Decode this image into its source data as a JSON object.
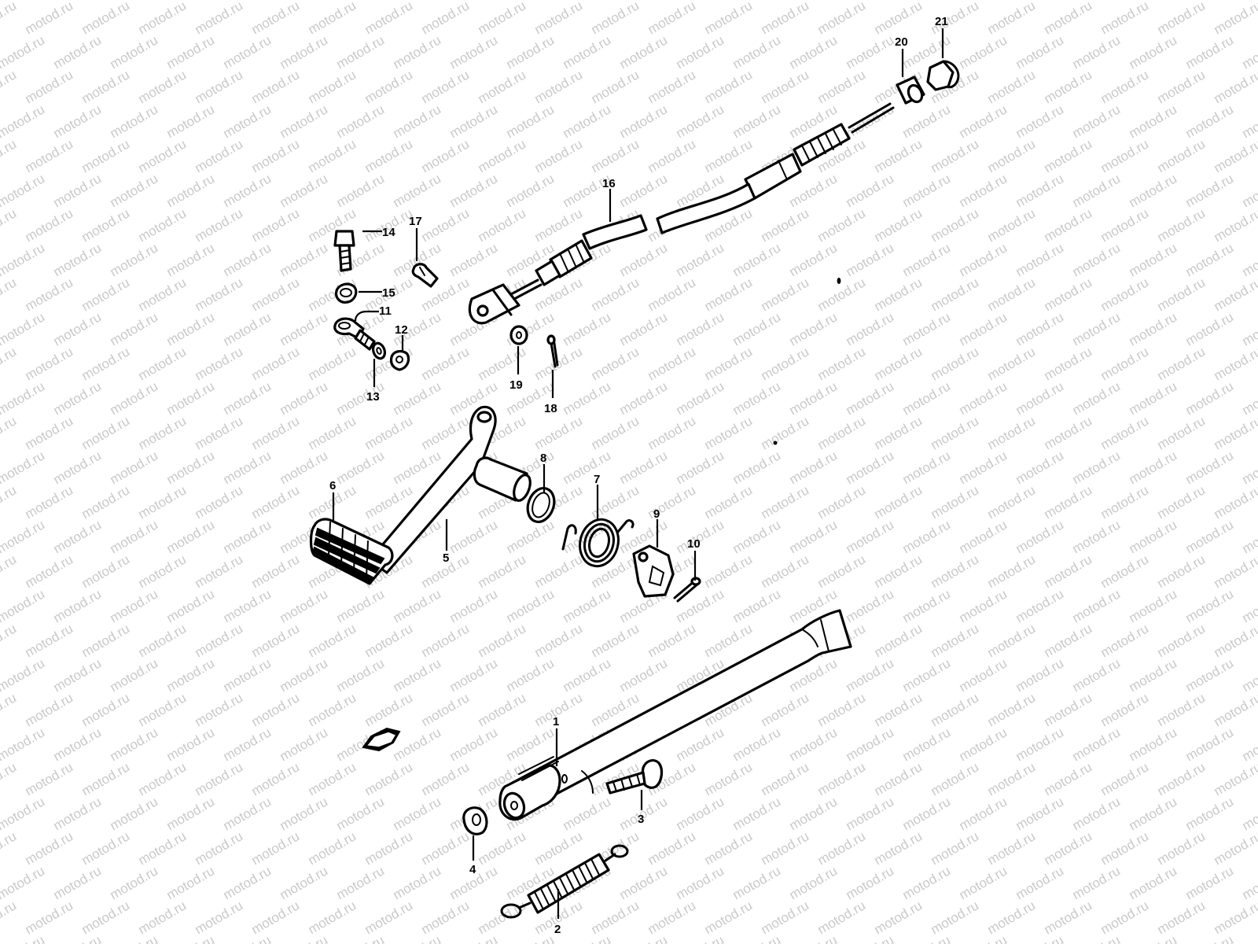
{
  "watermark": {
    "text": "motod.ru",
    "color": "#c9c9c9"
  },
  "callouts": [
    {
      "id": "1",
      "label": "1"
    },
    {
      "id": "2",
      "label": "2"
    },
    {
      "id": "3",
      "label": "3"
    },
    {
      "id": "4",
      "label": "4"
    },
    {
      "id": "5",
      "label": "5"
    },
    {
      "id": "6",
      "label": "6"
    },
    {
      "id": "7",
      "label": "7"
    },
    {
      "id": "8",
      "label": "8"
    },
    {
      "id": "9",
      "label": "9"
    },
    {
      "id": "10",
      "label": "10"
    },
    {
      "id": "11",
      "label": "11"
    },
    {
      "id": "12",
      "label": "12"
    },
    {
      "id": "13",
      "label": "13"
    },
    {
      "id": "14",
      "label": "14"
    },
    {
      "id": "15",
      "label": "15"
    },
    {
      "id": "16",
      "label": "16"
    },
    {
      "id": "17",
      "label": "17"
    },
    {
      "id": "18",
      "label": "18"
    },
    {
      "id": "19",
      "label": "19"
    },
    {
      "id": "20",
      "label": "20"
    },
    {
      "id": "21",
      "label": "21"
    }
  ]
}
